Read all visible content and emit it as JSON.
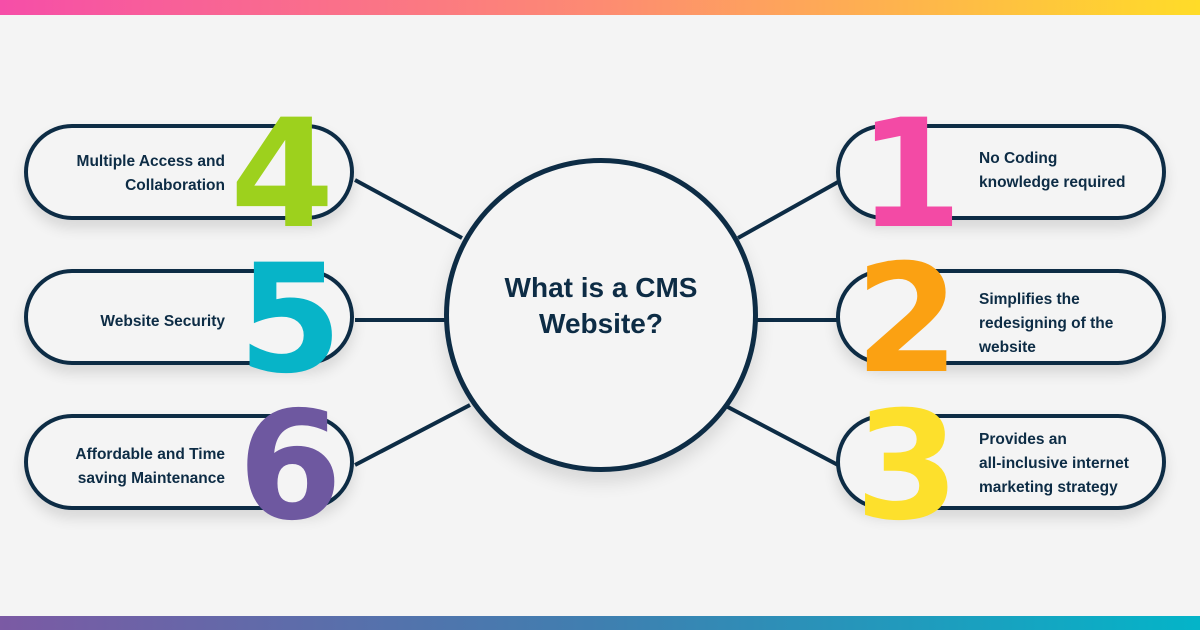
{
  "title": "What is a CMS Website?",
  "colors": {
    "navy": "#0d2c45",
    "background": "#f4f4f4",
    "top_gradient": [
      "#f64ea8",
      "#fd8b72",
      "#ffdc28"
    ],
    "bottom_gradient": [
      "#7b5aa4",
      "#3f7fb0",
      "#04b4c8"
    ]
  },
  "items": [
    {
      "number": "1",
      "color": "#f34aa5",
      "line1": "No Coding",
      "line2": "knowledge required",
      "line3": ""
    },
    {
      "number": "2",
      "color": "#fba112",
      "line1": "Simplifies the",
      "line2": "redesigning of the",
      "line3": "website"
    },
    {
      "number": "3",
      "color": "#fde02c",
      "line1": "Provides an",
      "line2": "all-inclusive internet",
      "line3": "marketing strategy"
    },
    {
      "number": "4",
      "color": "#9dd11d",
      "line1": "Multiple Access and",
      "line2": "Collaboration",
      "line3": ""
    },
    {
      "number": "5",
      "color": "#07b4c8",
      "line1": "Website Security",
      "line2": "",
      "line3": ""
    },
    {
      "number": "6",
      "color": "#6e58a0",
      "line1": "Affordable and Time",
      "line2": "saving Maintenance",
      "line3": ""
    }
  ]
}
